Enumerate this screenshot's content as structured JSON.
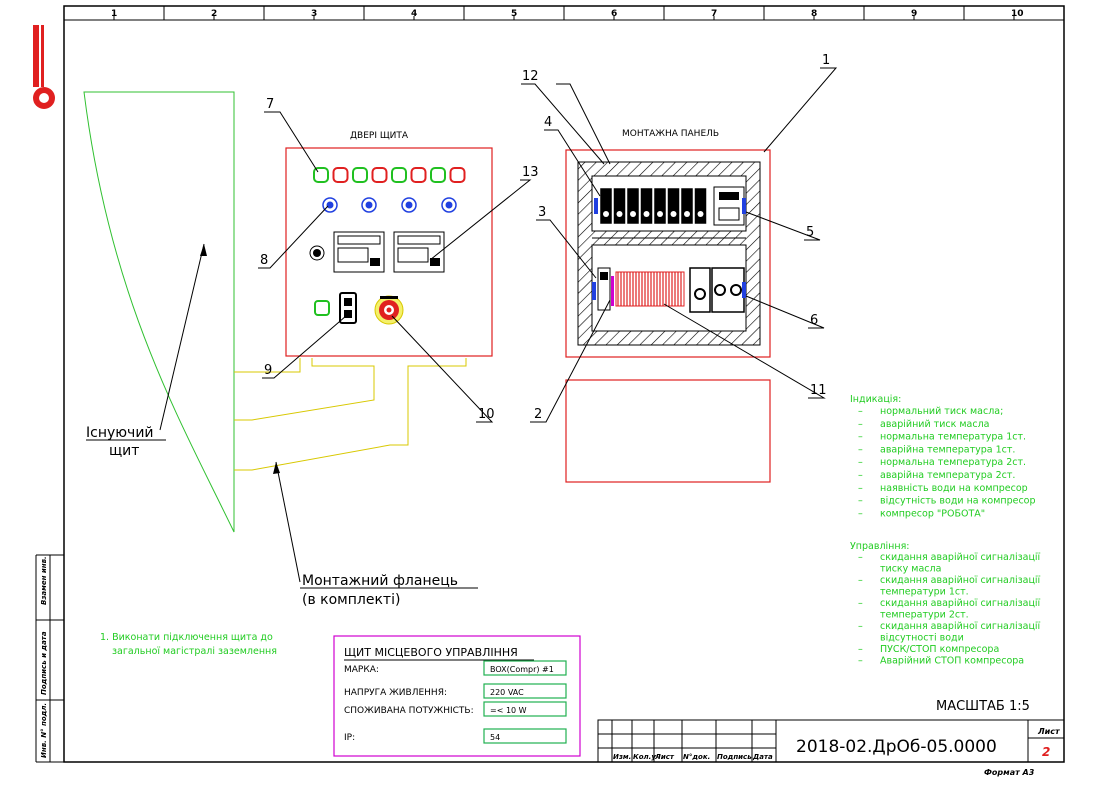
{
  "colors": {
    "frame": "#000000",
    "panel_outline": "#e02020",
    "duct": "#d8c800",
    "existing_board": "#30c030",
    "notes": "#22cc22",
    "stamp_border": "#d000d0",
    "stamp_field": "#20b050",
    "sheet_number": "#e02020",
    "lamp_green": "#20c020",
    "lamp_red": "#e02020",
    "button_blue": "#2040e0"
  },
  "grid": {
    "columns": [
      "1",
      "2",
      "3",
      "4",
      "5",
      "6",
      "7",
      "8",
      "9",
      "10"
    ]
  },
  "labels": {
    "door": "ДВЕРІ ЩИТА",
    "panel": "МОНТАЖНА ПАНЕЛЬ",
    "existing_board": [
      "Існуючий",
      "щит"
    ],
    "flange": [
      "Монтажний фланець",
      "(в комплекті)"
    ],
    "scale": "МАСШТАБ 1:5",
    "format": "Формат А3"
  },
  "callouts": [
    "1",
    "2",
    "3",
    "4",
    "5",
    "6",
    "7",
    "8",
    "9",
    "10",
    "11",
    "12",
    "13"
  ],
  "indicator_notes": {
    "title": "Індикація:",
    "items": [
      "нормальний тиск масла;",
      "аварійний тиск масла",
      "нормальна температура 1ст.",
      "аварійна температура 1ст.",
      "нормальна температура 2ст.",
      "аварійна температура 2ст.",
      "наявність води на компресор",
      "відсутність води на компресор",
      "компресор \"РОБОТА\""
    ]
  },
  "control_notes": {
    "title": "Управління:",
    "items": [
      [
        "скидання аварійної сигналізації",
        "тиску масла"
      ],
      [
        "скидання аварійної сигналізації",
        "температури 1ст."
      ],
      [
        "скидання аварійної сигналізації",
        "температури 2ст."
      ],
      [
        "скидання аварійної сигналізації",
        "відсутності води"
      ],
      [
        "ПУСК/СТОП компресора"
      ],
      [
        "Аварійний СТОП компресора"
      ]
    ]
  },
  "general_note": [
    "1. Виконати підключення щита до",
    "загальної магістралі заземлення"
  ],
  "stamp": {
    "title": "ЩИТ МІСЦЕВОГО УПРАВЛІННЯ",
    "rows": [
      {
        "label": "МАРКА:",
        "value": "BOX(Compr) #1"
      },
      {
        "label": "НАПРУГА ЖИВЛЕННЯ:",
        "value": "220 VAC"
      },
      {
        "label": "СПОЖИВАНА ПОТУЖНІСТЬ:",
        "value": "=< 10 W"
      },
      {
        "label": "IP:",
        "value": "54"
      }
    ]
  },
  "title_block": {
    "headers": [
      "Изм.",
      "Кол.уч.",
      "Лист",
      "N°док.",
      "Подпись",
      "Дата"
    ],
    "designation": "2018-02.ДрОб-05.0000",
    "sheet_label": "Лист",
    "sheet_number": "2"
  },
  "side_stamp": [
    "Взамен инв.",
    "Подпись и дата",
    "Инв. N° подл."
  ]
}
